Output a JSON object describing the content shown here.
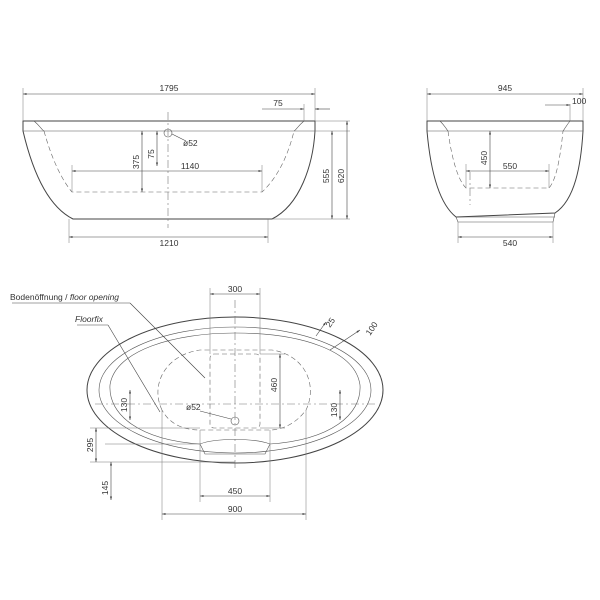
{
  "side_view": {
    "overall_length": "1795",
    "rim_width": "75",
    "inner_depth": "375",
    "rim_inner": "75",
    "drain_diameter": "ø52",
    "inner_length": "1140",
    "base_length": "1210",
    "height_inner": "555",
    "height_total": "620"
  },
  "end_view": {
    "overall_width": "945",
    "rim_width": "100",
    "inner_depth": "450",
    "inner_width": "550",
    "base_width": "540"
  },
  "plan_view": {
    "floor_opening_label_de": "Bodenöffnung / ",
    "floor_opening_label_en": "floor opening",
    "floorfix_label": "Floorfix",
    "opening_width": "300",
    "rim_offset_small": "25",
    "rim_offset_large": "100",
    "opening_length": "460",
    "drain_diameter": "ø52",
    "left_offset": "130",
    "right_offset": "130",
    "vertical_295": "295",
    "vertical_145": "145",
    "base_width_450": "450",
    "base_width_900": "900"
  }
}
